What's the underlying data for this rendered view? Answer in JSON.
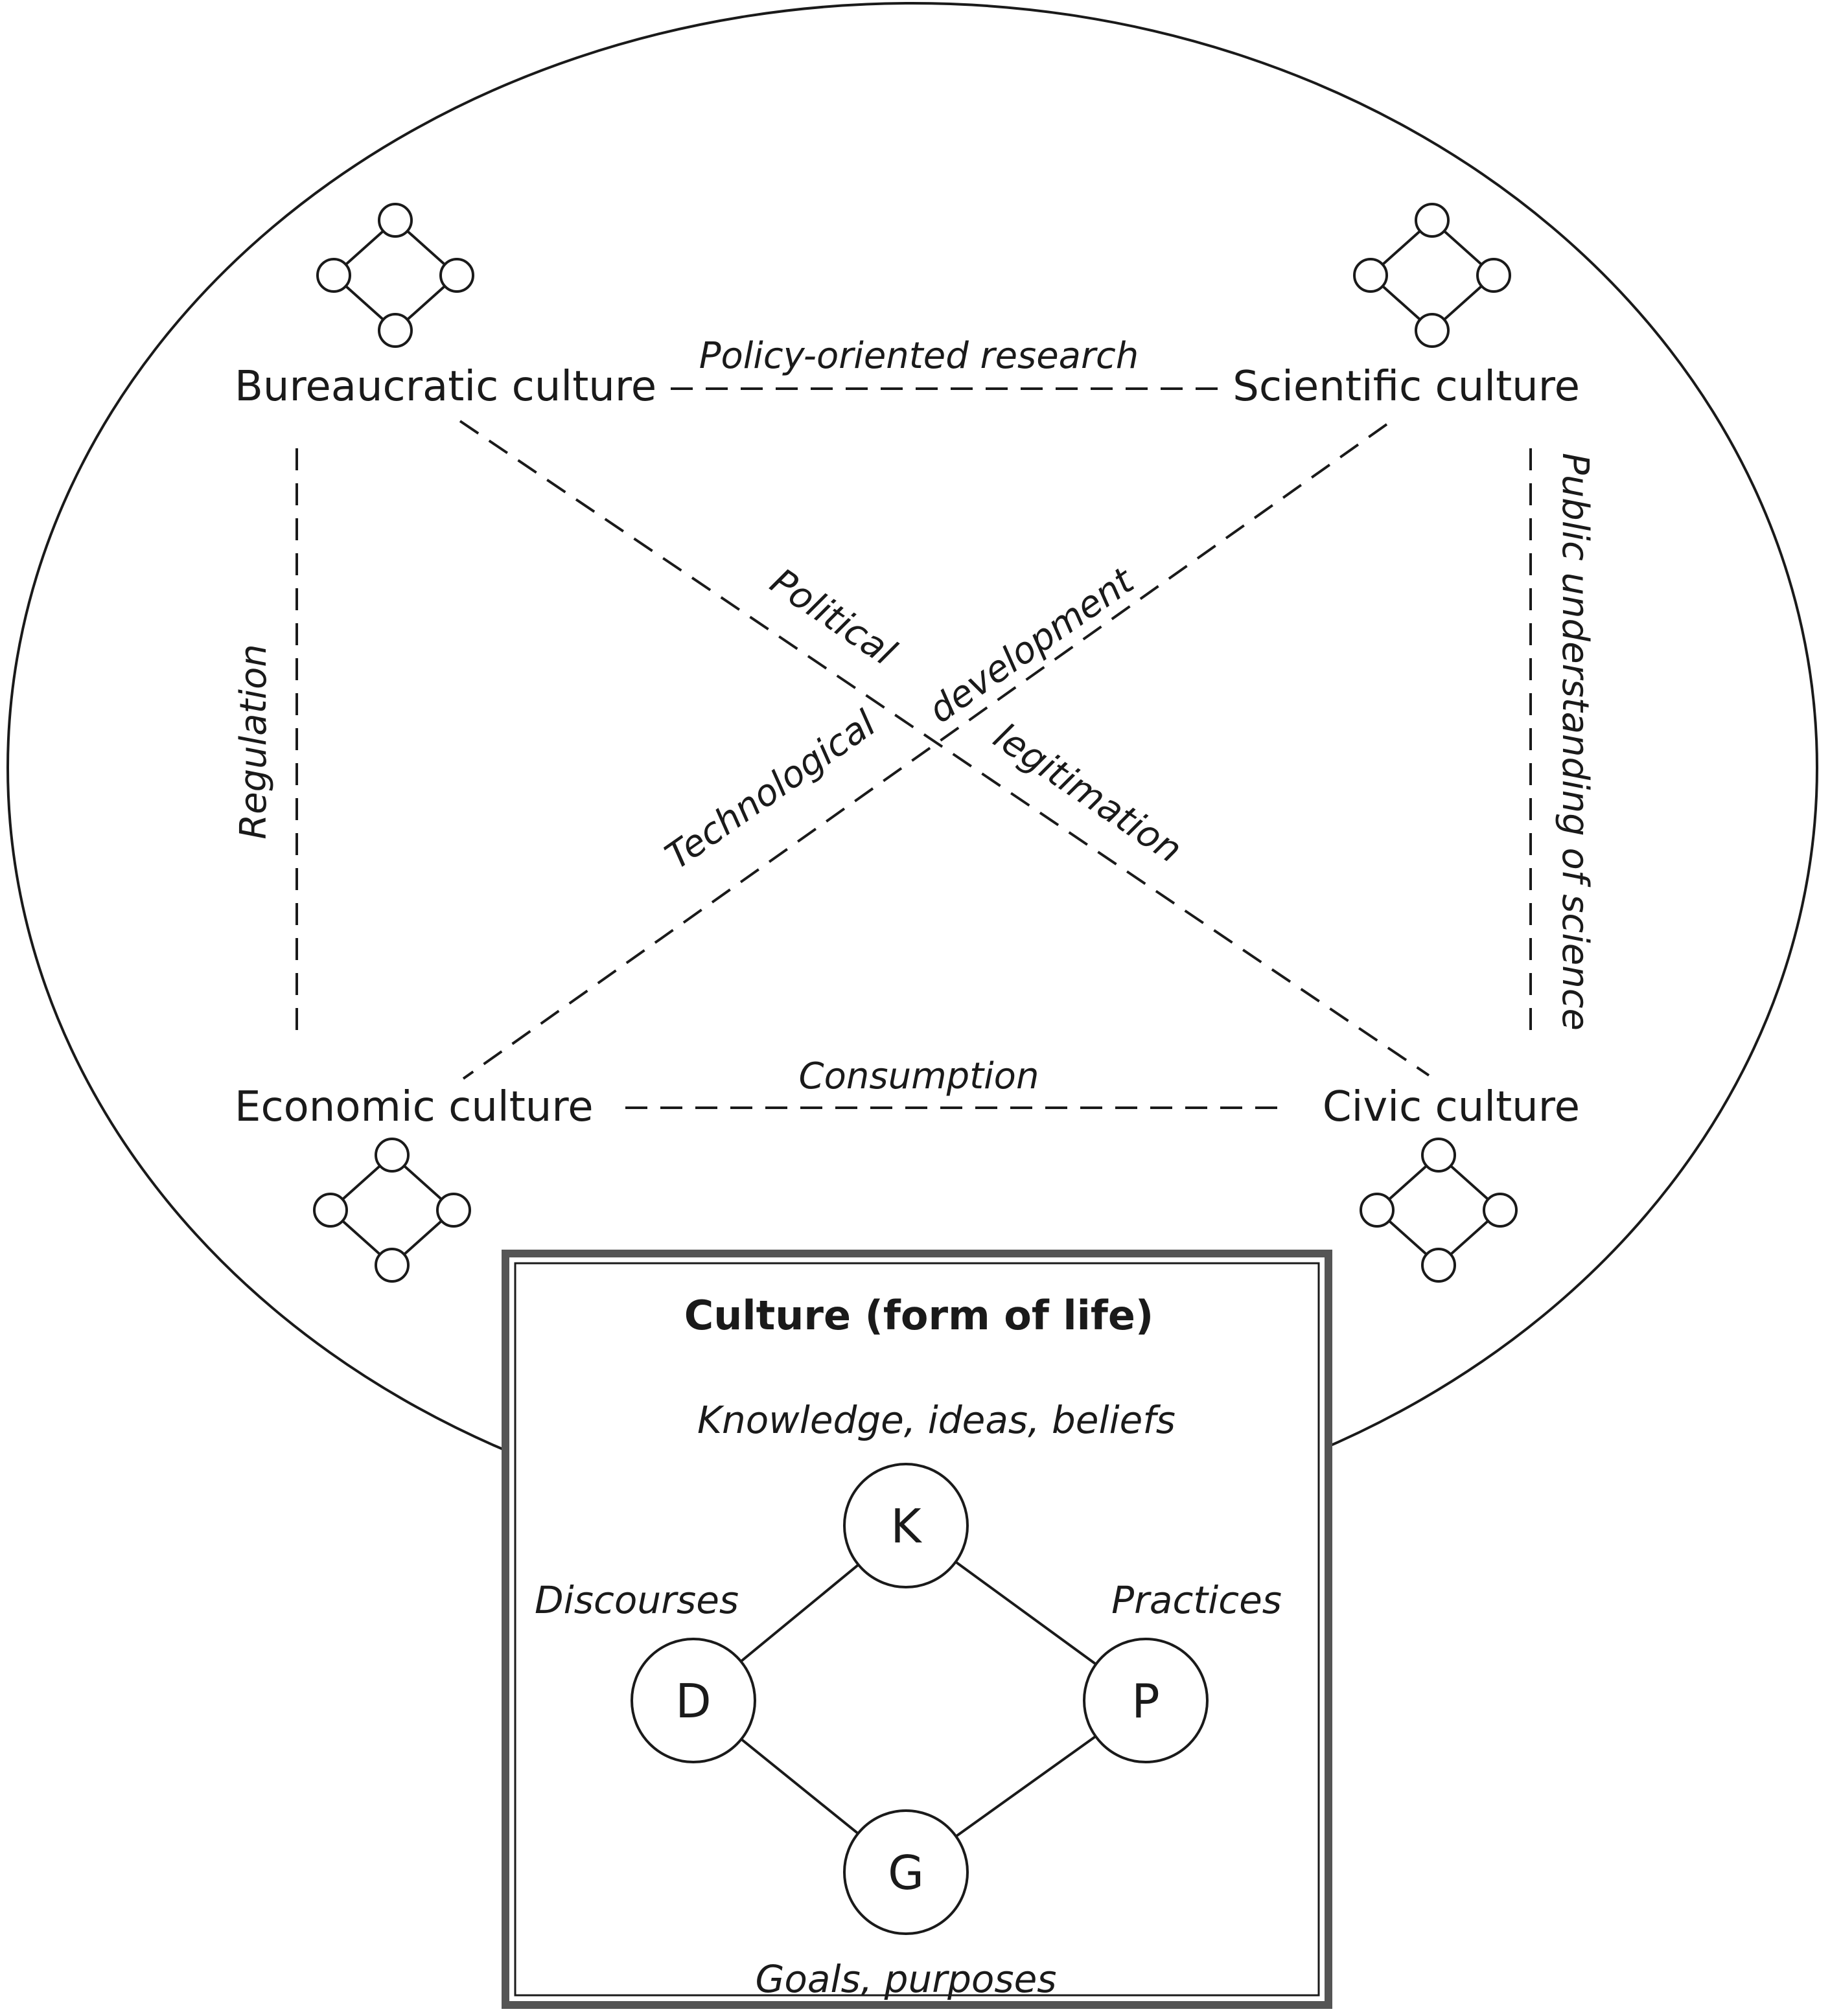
{
  "cultures": {
    "bureaucratic": "Bureaucratic culture",
    "scientific": "Scientific culture",
    "economic": "Economic culture",
    "civic": "Civic culture"
  },
  "links": {
    "policy": "Policy-oriented research",
    "regulation": "Regulation",
    "public_understanding": "Public understanding of science",
    "consumption": "Consumption",
    "political": "Political",
    "legitimation": "legitimation",
    "technological": "Technological",
    "development": "development"
  },
  "box": {
    "title": "Culture (form of life)",
    "knowledge_label": "Knowledge, ideas, beliefs",
    "discourses_label": "Discourses",
    "practices_label": "Practices",
    "goals_label": "Goals, purposes",
    "nodes": {
      "k": "K",
      "d": "D",
      "p": "P",
      "g": "G"
    }
  }
}
